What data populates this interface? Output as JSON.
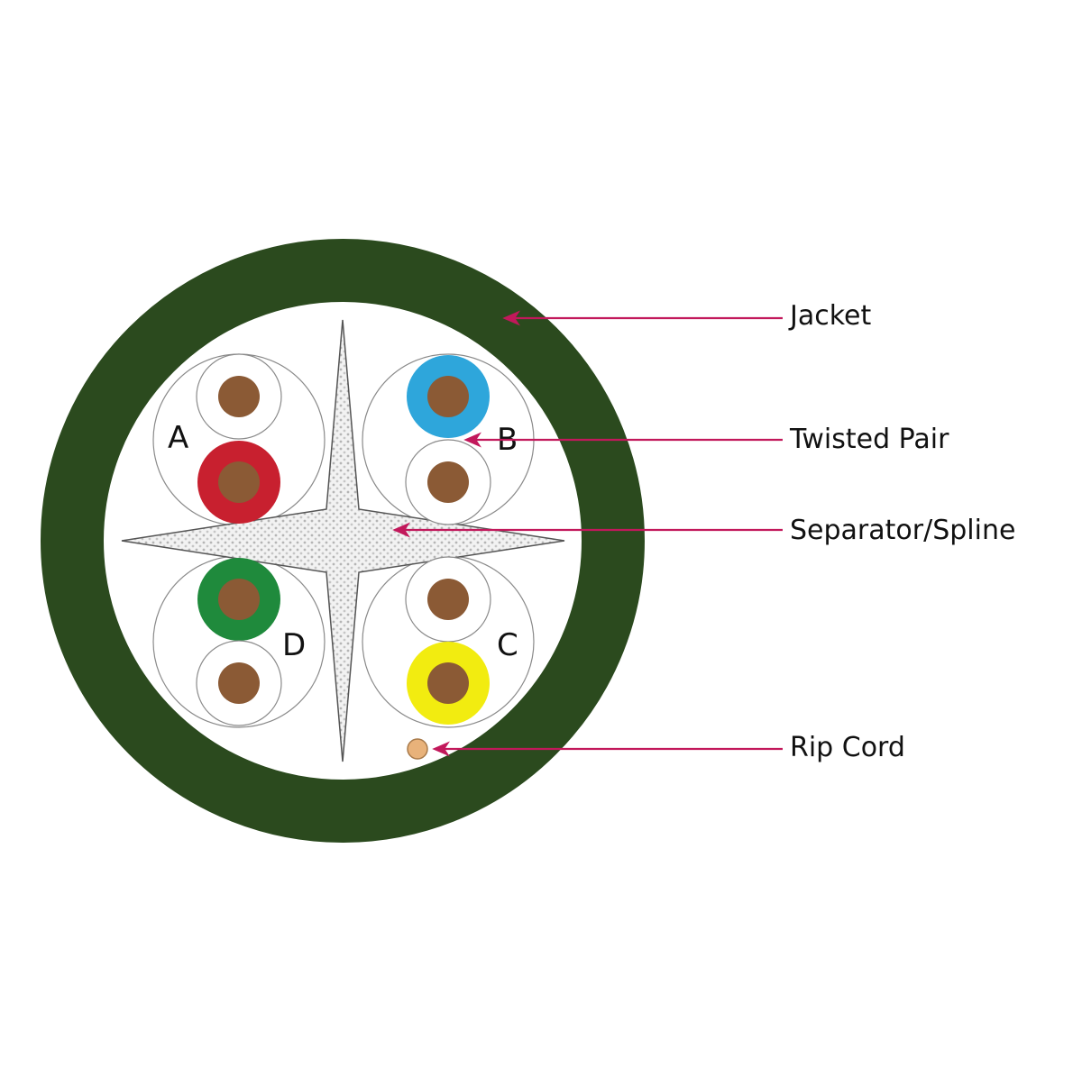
{
  "labels": {
    "jacket": "Jacket",
    "twisted_pair": "Twisted Pair",
    "separator": "Separator/Spline",
    "rip_cord": "Rip Cord"
  },
  "pairs": {
    "a": "A",
    "b": "B",
    "c": "C",
    "d": "D"
  },
  "colors": {
    "jacket": "#2b4a1e",
    "conductor_copper": "#8b5a35",
    "pair_a_color": "#c8202f",
    "pair_b_color": "#2ea6db",
    "pair_c_color": "#f2ec10",
    "pair_d_color": "#1f8a3c",
    "leader_line": "#c2185b",
    "rip_cord": "#e8b27a",
    "spline": "#d8d8d8"
  }
}
